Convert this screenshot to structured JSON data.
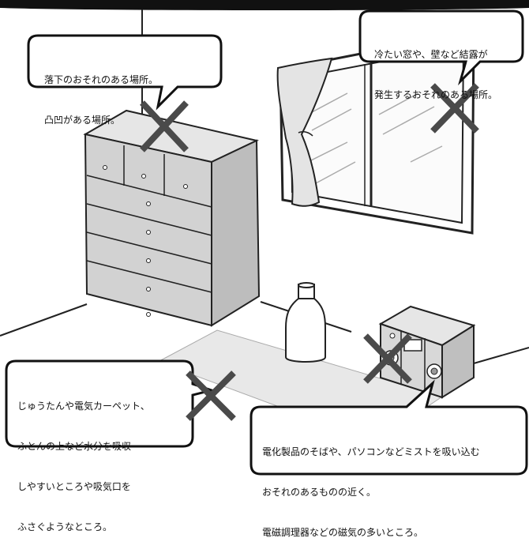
{
  "callouts": [
    {
      "id": "fall-risk",
      "lines": [
        "落下のおそれのある場所。",
        "凸凹がある場所。"
      ]
    },
    {
      "id": "condensation",
      "lines": [
        "冷たい窓や、壁など結露が",
        "発生するおそれのある場所。"
      ]
    },
    {
      "id": "moisture",
      "lines": [
        "じゅうたんや電気カーペット、",
        "ふとんの上など水分を吸収",
        "しやすいところや吸気口を",
        "ふさぐようなところ。"
      ]
    },
    {
      "id": "electronics",
      "lines": [
        "電化製品のそばや、パソコンなどミストを吸い込む",
        "おそれのあるものの近く。",
        "電磁調理器などの磁気の多いところ。"
      ]
    }
  ],
  "colors": {
    "x_mark": "#4a4a4a",
    "cabinet": "#d4d4d4",
    "outline": "#222222",
    "rug": "#e6e6e6"
  }
}
